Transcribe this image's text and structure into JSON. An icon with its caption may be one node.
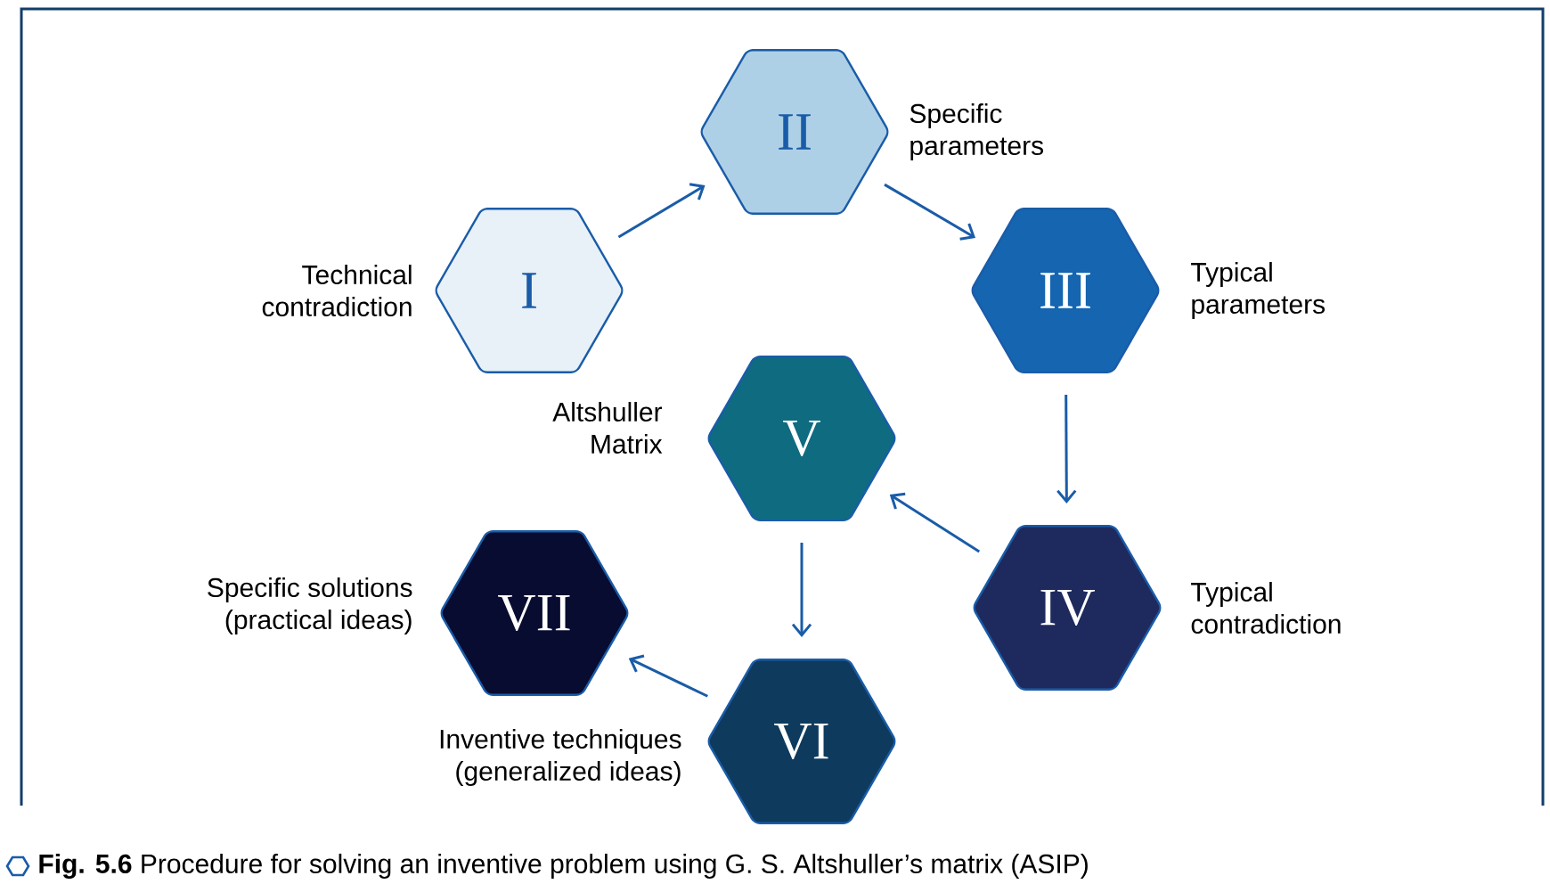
{
  "diagram": {
    "caption": "**Fig. 5.6** Procedure for solving an inventive problem using G. S. Altshuller’s matrix (ASIP)",
    "nodes": [
      {
        "text": [
          "I"
        ],
        "beside": [
          "Technical contradiction"
        ]
      },
      {
        "text": [
          "II"
        ],
        "beside": [
          "Specific parameters"
        ]
      },
      {
        "text": [
          "III"
        ],
        "beside": [
          "Typical parameters"
        ]
      },
      {
        "text": [
          "V"
        ],
        "beside": [
          "Altshuller Matrix"
        ]
      },
      {
        "text": [
          "IV"
        ],
        "beside": [
          "Typical contradiction"
        ]
      },
      {
        "text": [
          "VII"
        ],
        "beside": [
          "Specific solutions (practical ideas)"
        ]
      },
      {
        "text": [
          "VI"
        ],
        "beside": [
          "Inventive techniques (generalized ideas)"
        ]
      }
    ],
    "edges": [
      {
        "from": 0,
        "to": 1,
        "arrow": "to"
      },
      {
        "from": 1,
        "to": 2,
        "arrow": "to"
      },
      {
        "from": 2,
        "to": 4,
        "arrow": "to"
      },
      {
        "from": 4,
        "to": 3,
        "arrow": "to"
      },
      {
        "from": 3,
        "to": 6,
        "arrow": "to"
      },
      {
        "from": 6,
        "to": 5,
        "arrow": "to"
      }
    ]
  }
}
